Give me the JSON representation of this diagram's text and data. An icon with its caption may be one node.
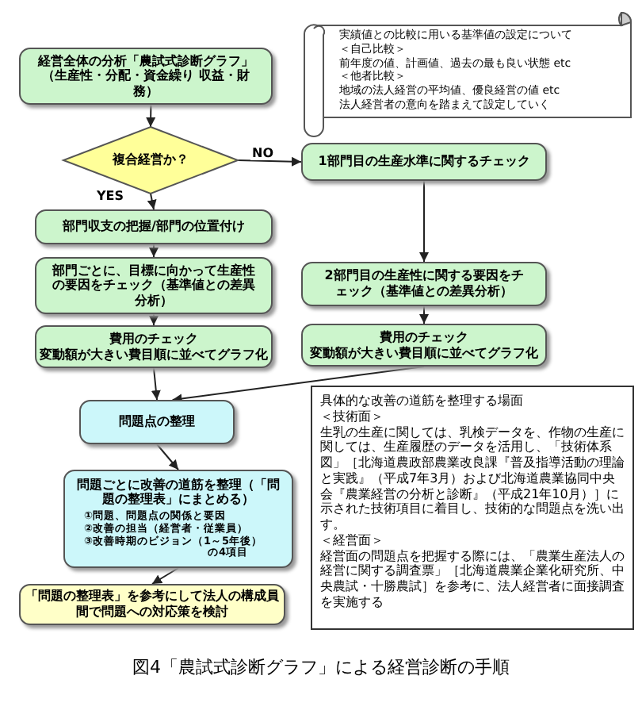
{
  "diagram": {
    "caption": "図4「農試式診断グラフ」による経営診断の手順",
    "nodes": [
      {
        "text": [
          "経営全体の分析「農試式診断グラフ」（生産性・分配・資金繰り 収益・財務）"
        ]
      },
      {
        "text": [
          "複合経営か？"
        ]
      },
      {
        "text": [
          "実績値との比較に用いる基準値の設定について",
          "＜自己比較＞",
          "前年度の値、計画値、過去の最も良い状態 etc",
          "＜他者比較＞",
          "地域の法人経営の平均値、優良経営の値 etc",
          "法人経営者の意向を踏まえて設定していく"
        ]
      },
      {
        "text": [
          "部門収支の把握/部門の位置付け"
        ]
      },
      {
        "text": [
          "1部門目の生産水準に関するチェック"
        ]
      },
      {
        "text": [
          "部門ごとに、目標に向かって生産性の要因をチェック（基準値との差異分析）"
        ]
      },
      {
        "text": [
          "2部門目の生産性に関する要因をチェック（基準値との差異分析）"
        ]
      },
      {
        "text": [
          "費用のチェック",
          "変動額が大きい費目順に並べてグラフ化"
        ]
      },
      {
        "text": [
          "費用のチェック",
          "変動額が大きい費目順に並べてグラフ化"
        ]
      },
      {
        "text": [
          "問題点の整理"
        ]
      },
      {
        "text": [
          "問題ごとに改善の道筋を整理（「問題の整理表」にまとめる）",
          "①問題、問題点の関係と要因",
          "②改善の担当（経営者・従業員）",
          "③改善時期のビジョン（1～5年後）",
          "の4項目"
        ]
      },
      {
        "text": [
          "「問題の整理表」を参考にして法人の構成員間で問題への対応策を検討"
        ]
      },
      {
        "text": [
          "具体的な改善の道筋を整理する場面",
          "＜技術面＞",
          "生乳の生産に関しては、乳検データを、作物の生産に関しては、生産履歴のデータを活用し、「技術体系図」［北海道農政部農業改良課『普及指導活動の理論と実践』（平成7年3月）および北海道農業協同中央会『農業経営の分析と診断』（平成21年10月）］に示された技術項目に着目し、技術的な問題点を洗い出す。",
          "＜経営面＞",
          "経営面の問題点を把握する際には、「農業生産法人の経営に関する調査票」［北海道農業企業化研究所、中央農試・十勝農試］を参考に、法人経営者に面接調査を実施する"
        ]
      }
    ],
    "edges": [
      {
        "from": 0,
        "to": 1,
        "arrow": "to"
      },
      {
        "from": 1,
        "to": 3,
        "arrow": "to",
        "label": "YES"
      },
      {
        "from": 1,
        "to": 4,
        "arrow": "to",
        "label": "NO"
      },
      {
        "from": 3,
        "to": 5,
        "arrow": "to"
      },
      {
        "from": 5,
        "to": 7,
        "arrow": "to"
      },
      {
        "from": 4,
        "to": 6,
        "arrow": "to"
      },
      {
        "from": 6,
        "to": 8,
        "arrow": "to"
      },
      {
        "from": 7,
        "to": 9,
        "arrow": "to"
      },
      {
        "from": 8,
        "to": 9,
        "arrow": "to"
      },
      {
        "from": 9,
        "to": 10,
        "arrow": "to"
      },
      {
        "from": 10,
        "to": 11,
        "arrow": "to"
      }
    ]
  }
}
